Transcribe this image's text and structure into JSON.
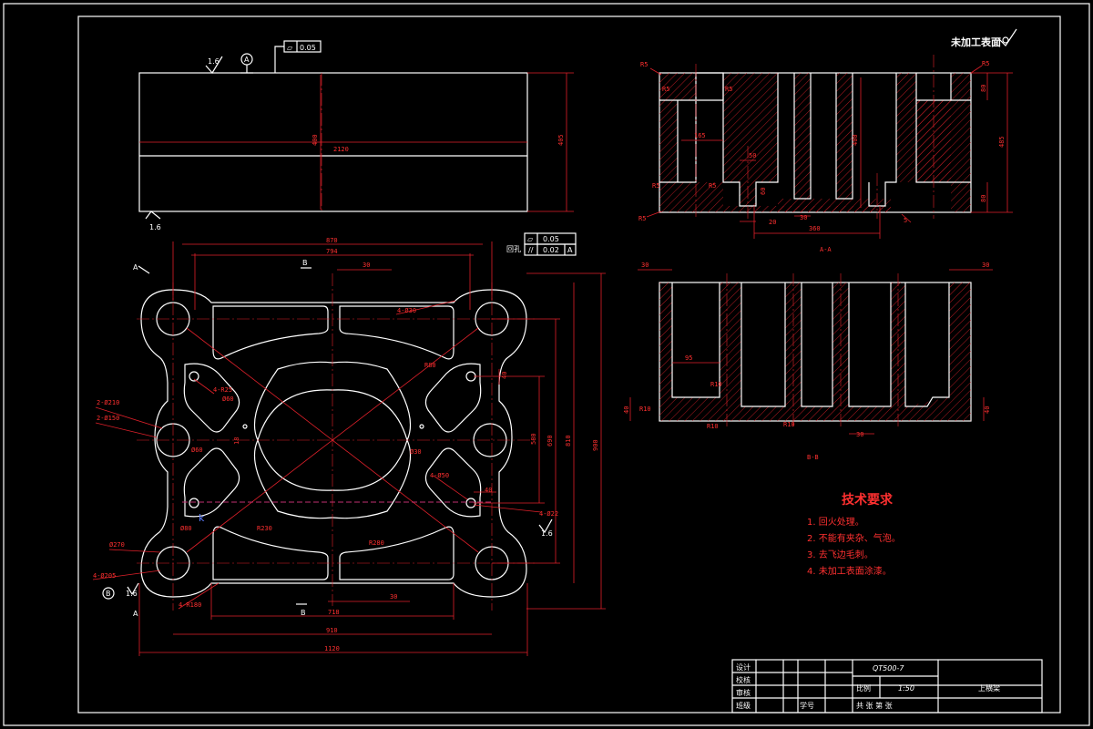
{
  "title_block": {
    "drawing_no": "QT500-7",
    "part_name": "上横梁",
    "scale_label": "比例",
    "scale": "1:50",
    "row1": "设计",
    "row2": "校核",
    "row3": "审核",
    "row4": "班级",
    "student_no_label": "学号",
    "sheet": "共  张  第  张"
  },
  "notes": {
    "heading": "技术要求",
    "items": [
      "1. 回火处理。",
      "2. 不能有夹杂、气泡。",
      "3. 去飞边毛刺。",
      "4. 未加工表面涂漆。"
    ],
    "surface_note": "未加工表面"
  },
  "front_view": {
    "dim_width": "2120",
    "dim_height": "400",
    "dim_height_total": "405",
    "roughness_top": "1.6",
    "roughness_bottom": "1.6",
    "datum": "A",
    "flatness_sym": "▱",
    "flatness_val": "0.05"
  },
  "top_view": {
    "tol_label": "回孔",
    "tol1_val": "0.05",
    "tol2_val": "0.02",
    "tol2_datum": "A",
    "dim_870": "870",
    "dim_794": "794",
    "dim_30_top": "30",
    "dim_30_bot": "30",
    "dim_718": "718",
    "dim_910": "910",
    "dim_1120": "1120",
    "dim_900": "900",
    "dim_810": "810",
    "dim_690": "690",
    "dim_580": "580",
    "dim_40_a": "40",
    "dim_40_b": "40",
    "label_4_phi30": "4-Ø30",
    "label_4_r25": "4-R25",
    "label_phi60": "Ø60",
    "label_2_phi210": "2-Ø210",
    "label_2_phi150": "2-Ø150",
    "label_phi60b": "Ø60",
    "label_phi80": "Ø80",
    "label_phi270": "Ø270",
    "label_4_phi205": "4-Ø205",
    "label_4_r180": "4-R180",
    "label_r230": "R230",
    "label_r280": "R280",
    "label_phi30": "Ø30",
    "label_4_phi50": "4-Ø50",
    "label_4_phi22": "4-Ø22",
    "label_r80": "R80",
    "label_18": "18",
    "section_a": "A",
    "section_b": "B",
    "rough_16": "1.6",
    "rough_16b": "1.6",
    "cursor_k": "k"
  },
  "section_aa": {
    "title": "A-A",
    "r5_tl": "R5",
    "r5_tl2": "R5",
    "r5_tr": "R5",
    "r5_mid": "R5",
    "r5_bl": "R5",
    "r5_bl2": "R5",
    "r5_bm": "R5",
    "dim_165": "165",
    "dim_50": "50",
    "dim_60": "60",
    "dim_20": "20",
    "dim_30": "30",
    "dim_360": "360",
    "dim_400": "400",
    "dim_485": "485",
    "dim_80": "80",
    "dim_80b": "80",
    "dim_5": "5"
  },
  "section_bb": {
    "title": "B-B",
    "dim_30_l": "30",
    "dim_30_r": "30",
    "dim_95": "95",
    "dim_r10_a": "R10",
    "dim_r10_b": "R10",
    "dim_r10_c": "R10",
    "dim_r10_d": "R10",
    "dim_40": "40",
    "dim_40b": "40",
    "dim_30_bot": "30"
  }
}
